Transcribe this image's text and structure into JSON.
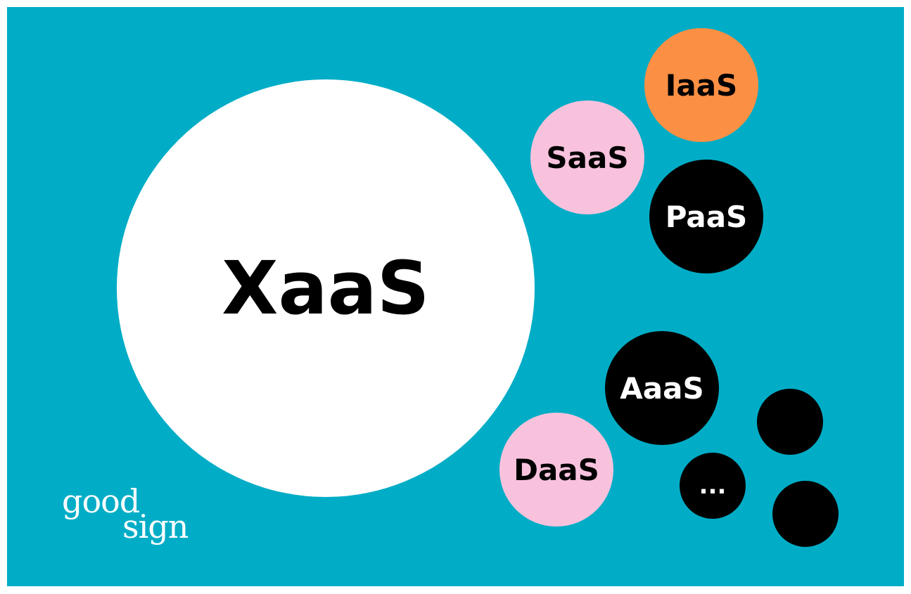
{
  "colors": {
    "background": "#01adc6",
    "page_border": "#ffffff",
    "main_bubble": "#ffffff",
    "orange": "#fb8f44",
    "pink": "#f8c2dd",
    "black": "#000000"
  },
  "main": {
    "label": "XaaS"
  },
  "bubbles": [
    {
      "label": "IaaS",
      "color": "#fb8f44"
    },
    {
      "label": "SaaS",
      "color": "#f8c2dd"
    },
    {
      "label": "PaaS",
      "color": "#000000"
    },
    {
      "label": "AaaS",
      "color": "#000000"
    },
    {
      "label": "DaaS",
      "color": "#f8c2dd"
    },
    {
      "label": "...",
      "color": "#000000"
    },
    {
      "label": "",
      "color": "#000000"
    },
    {
      "label": "",
      "color": "#000000"
    }
  ],
  "logo": {
    "line1": "good",
    "line2": "sign"
  }
}
